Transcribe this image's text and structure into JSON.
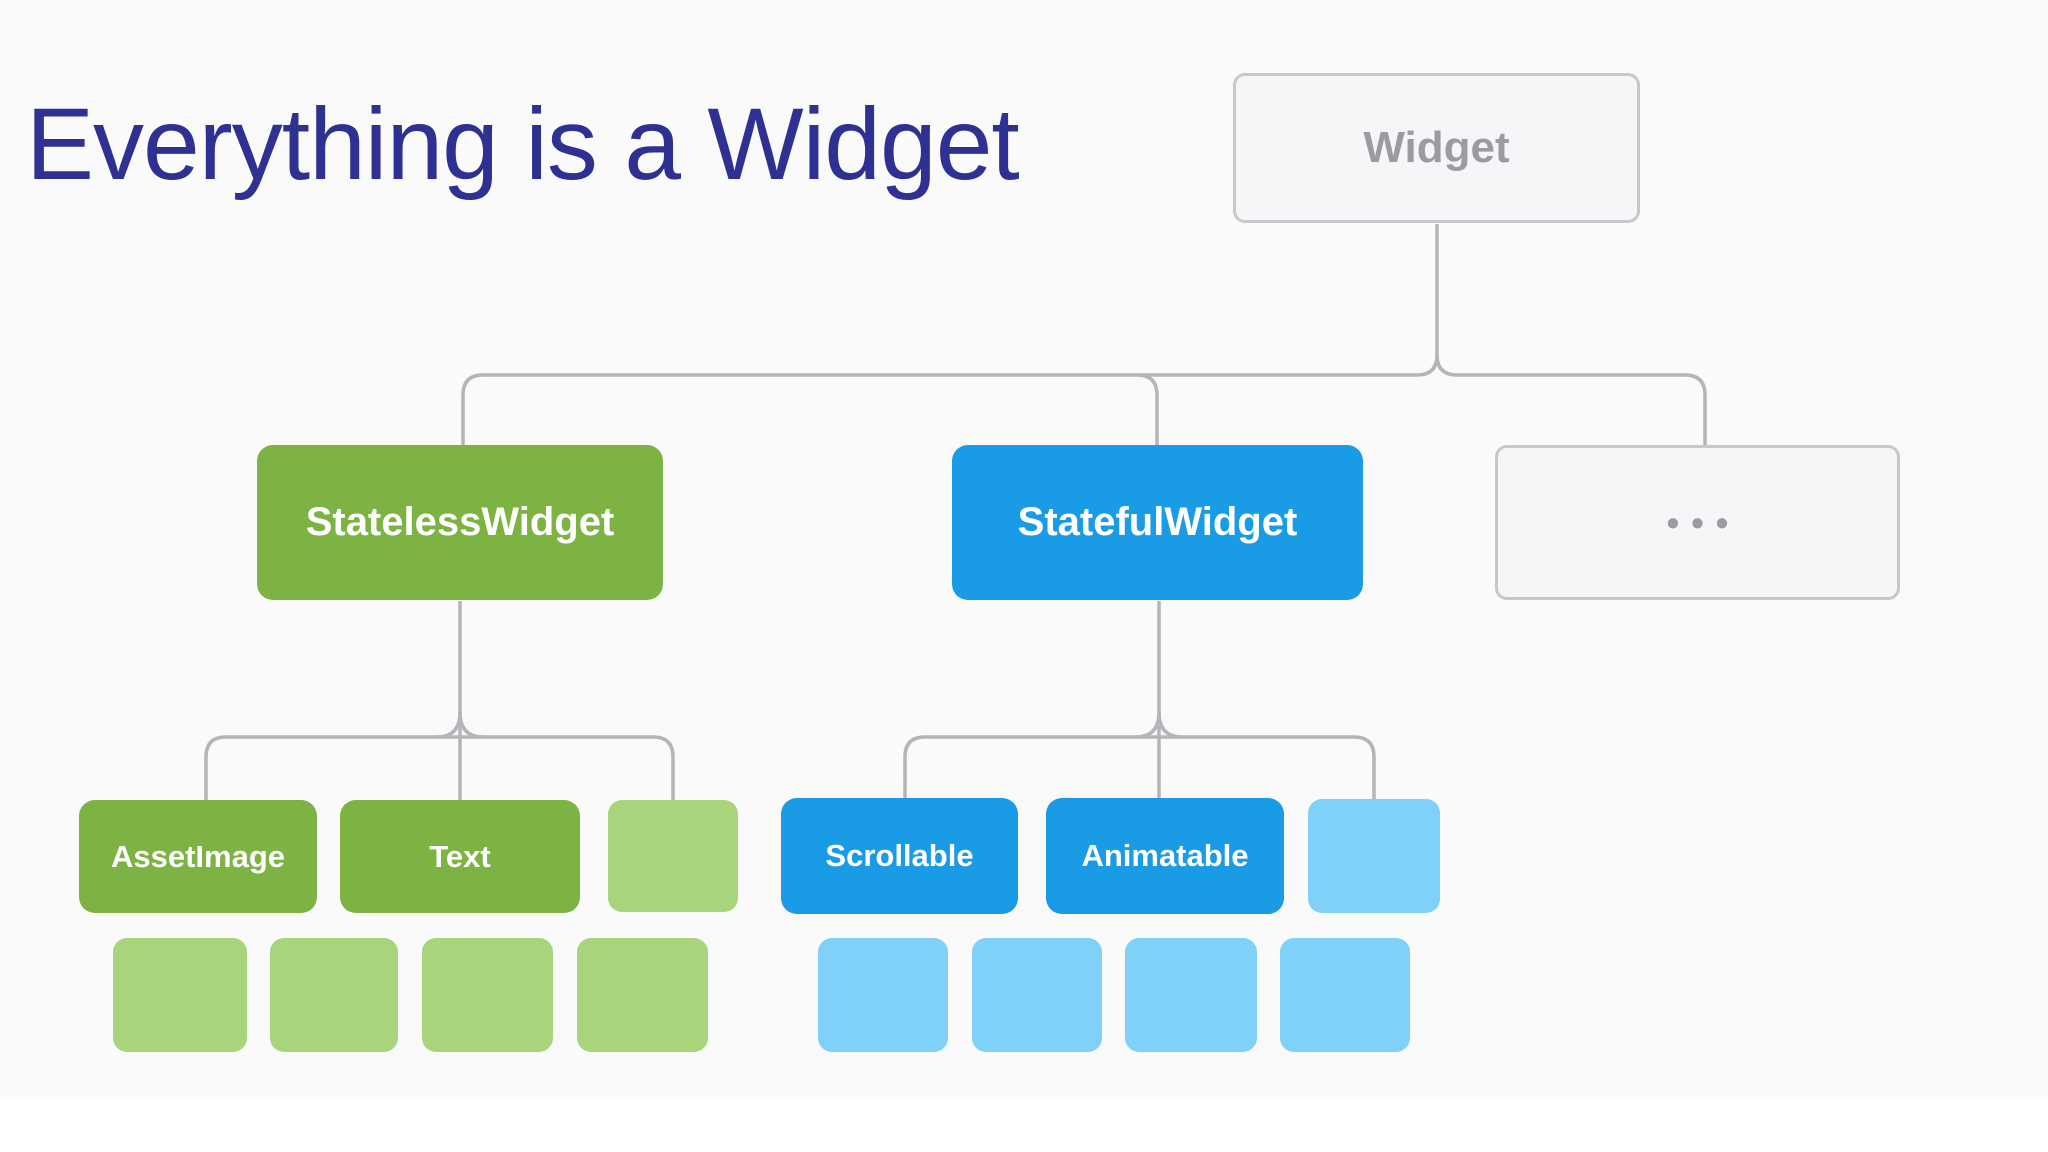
{
  "slide_title": "Everything is a Widget",
  "colors": {
    "title_text": "#2E3192",
    "green_node": "#7CB342",
    "green_node_light": "#A8D57C",
    "blue_node": "#1A9BE5",
    "blue_node_light": "#7FD1F7",
    "gray_node_fill": "#F6F6F8",
    "gray_node_border": "#C7C7CC",
    "gray_node_text": "#9B9BA0",
    "connector_line": "#B4B4B9",
    "node_label_text": "#FFFFFF",
    "background": "#FAFAFB"
  },
  "tree": {
    "root": {
      "label": "Widget"
    },
    "level1": [
      {
        "label": "StatelessWidget"
      },
      {
        "label": "StatefulWidget"
      },
      {
        "label": "•••"
      }
    ],
    "stateless_children": [
      {
        "label": "AssetImage"
      },
      {
        "label": "Text"
      },
      {
        "label": ""
      }
    ],
    "stateful_children": [
      {
        "label": "Scrollable"
      },
      {
        "label": "Animatable"
      },
      {
        "label": ""
      }
    ],
    "stateless_grandchildren_count": 4,
    "stateful_grandchildren_count": 4
  }
}
